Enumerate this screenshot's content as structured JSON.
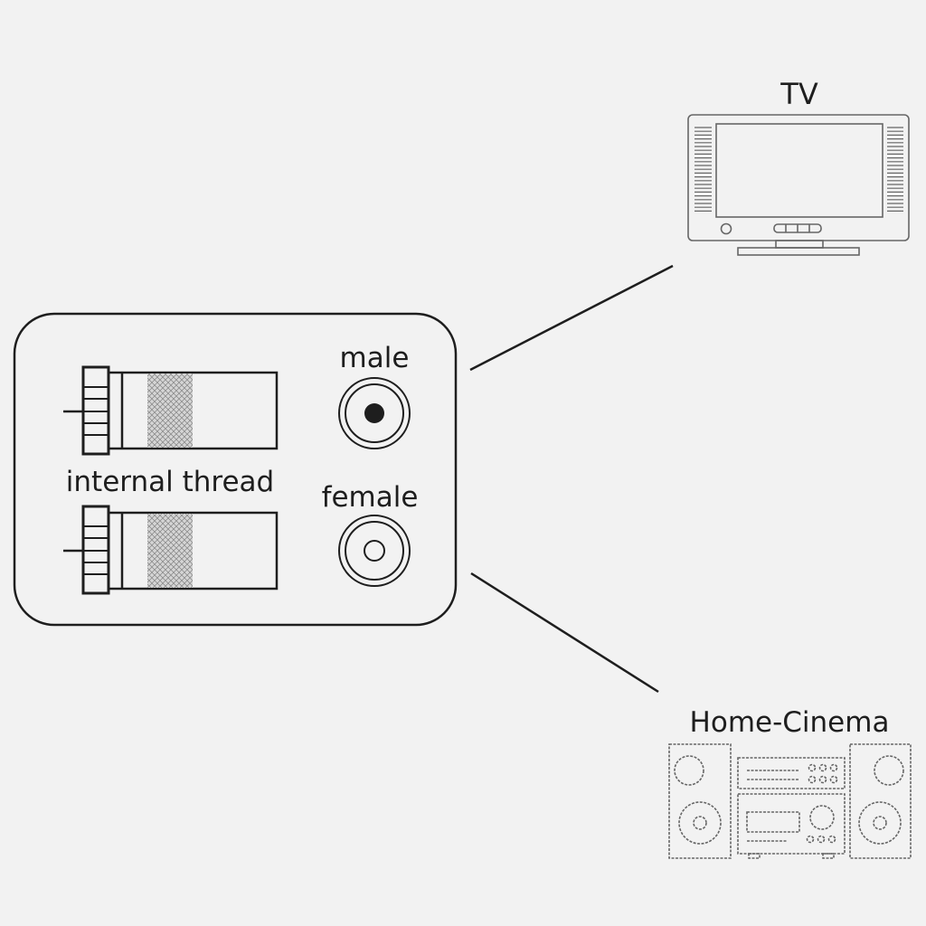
{
  "labels": {
    "male": "male",
    "female": "female",
    "internal_thread": "internal thread",
    "tv": "TV",
    "home_cinema": "Home-Cinema"
  },
  "colors": {
    "background": "#f2f2f2",
    "line": "#1e1e1e",
    "device_outline": "#666666",
    "thread_fill": "#bdbdbd"
  },
  "icons": {
    "tv": "television-icon",
    "home_cinema": "stereo-system-icon",
    "connector": "f-connector-icon",
    "male_socket": "rca-male-socket-icon",
    "female_socket": "rca-female-socket-icon"
  }
}
